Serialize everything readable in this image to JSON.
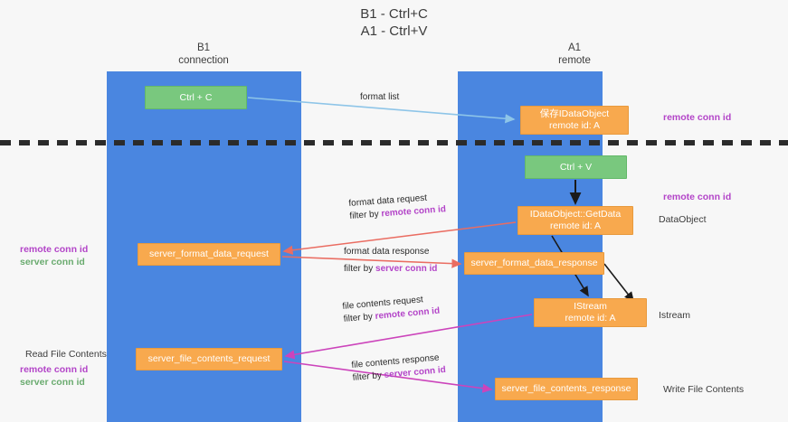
{
  "title": {
    "line1": "B1 - Ctrl+C",
    "line2": "A1 - Ctrl+V"
  },
  "lanes": [
    {
      "id": "b1",
      "name": "B1",
      "sub": "connection",
      "color": "#4a86e0"
    },
    {
      "id": "a1",
      "name": "A1",
      "sub": "remote",
      "color": "#4a86e0"
    }
  ],
  "nodes": {
    "ctrl_c": {
      "label": "Ctrl + C",
      "color": "#79c87e"
    },
    "ctrl_v": {
      "label": "Ctrl + V",
      "color": "#79c87e"
    },
    "idataobject": {
      "line1": "保存IDataObject",
      "line2": "remote id: A",
      "color": "#f8a94e"
    },
    "getdata": {
      "line1": "IDataObject::GetData",
      "line2": "remote id: A",
      "color": "#f8a94e"
    },
    "istream": {
      "line1": "IStream",
      "line2": "remote id: A",
      "color": "#f8a94e"
    },
    "server_format_data_request": {
      "label": "server_format_data_request",
      "color": "#f8a94e"
    },
    "server_format_data_response": {
      "label": "server_format_data_response",
      "color": "#f8a94e"
    },
    "server_file_contents_request": {
      "label": "server_file_contents_request",
      "color": "#f8a94e"
    },
    "server_file_contents_response": {
      "label": "server_file_contents_response",
      "color": "#f8a94e"
    }
  },
  "edges": {
    "format_list": {
      "label": "format list"
    },
    "format_data_request": {
      "label": "format data request",
      "filter_prefix": "filter by ",
      "filter_key": "remote conn id"
    },
    "format_data_response": {
      "label": "format data response",
      "filter_prefix": "filter by ",
      "filter_key": "server conn id"
    },
    "file_contents_request": {
      "label": "file contents request",
      "filter_prefix": "filter by ",
      "filter_key": "remote conn id"
    },
    "file_contents_response": {
      "label": "file contents response",
      "filter_prefix": "filter by ",
      "filter_key": "server conn id"
    }
  },
  "annotations": {
    "remote_conn_id_top": "remote conn id",
    "remote_conn_id_mid": "remote conn id",
    "dataobject": "DataObject",
    "istream": "Istream",
    "write_file_contents": "Write File Contents",
    "read_file_contents": "Read File Contents",
    "left_remote_conn_id_mid": "remote conn id",
    "left_server_conn_id_mid": "server conn id",
    "left_remote_conn_id_bot": "remote conn id",
    "left_server_conn_id_bot": "server conn id"
  },
  "colors": {
    "purple": "#b344c8",
    "green_text": "#6aab6f",
    "lane_blue": "#4a86e0",
    "node_green": "#79c87e",
    "node_orange": "#f8a94e",
    "arrow_blue": "#8ec5e8",
    "arrow_red": "#ea6d62",
    "arrow_magenta": "#cc44bb",
    "arrow_black": "#1a1a1a",
    "divider": "#2b2b2b",
    "background": "#f7f7f7"
  }
}
